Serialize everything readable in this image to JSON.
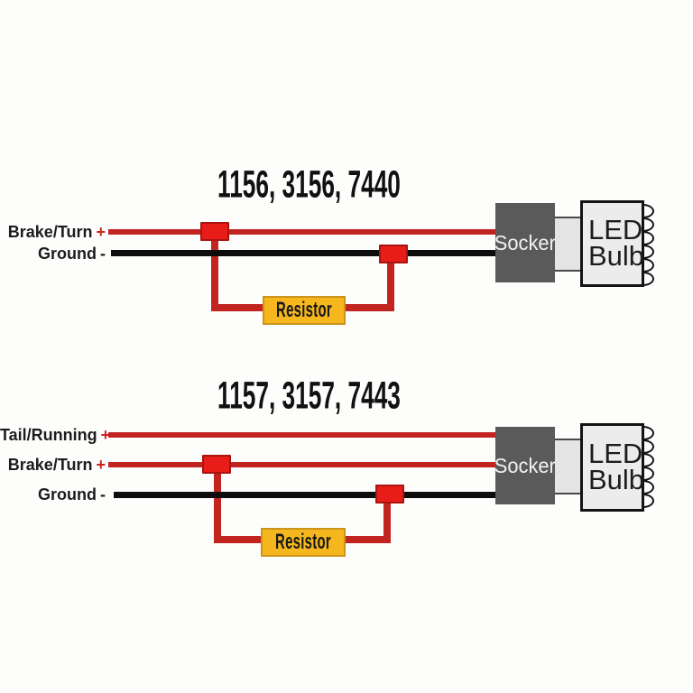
{
  "colors": {
    "background": "#fdfdfc",
    "wire_red": "#c22420",
    "tap_red": "#e81d1a",
    "tap_border": "#a91410",
    "wire_black": "#0d0d0d",
    "resistor_fill": "#f5b71d",
    "resistor_border": "#cb941a",
    "resistor_text": "#181818",
    "socket_fill": "#5a5a5a",
    "socket_text": "#f2f2f2",
    "bulb_fill": "#ececec",
    "bulb_border": "#141414",
    "label_color": "#1c1c1c",
    "plus_red": "#cc2321"
  },
  "diagrams": [
    {
      "title": "1156, 3156, 7440",
      "wires": [
        {
          "label": "Brake/Turn",
          "sign": "+"
        },
        {
          "label": "Ground",
          "sign": "-"
        }
      ],
      "resistor_label": "Resistor",
      "socket_label": "Socker",
      "bulb_label_line1": "LED",
      "bulb_label_line2": "Bulb"
    },
    {
      "title": "1157, 3157, 7443",
      "wires": [
        {
          "label": "Tail/Running",
          "sign": "+"
        },
        {
          "label": "Brake/Turn",
          "sign": "+"
        },
        {
          "label": "Ground",
          "sign": "-"
        }
      ],
      "resistor_label": "Resistor",
      "socket_label": "Socker",
      "bulb_label_line1": "LED",
      "bulb_label_line2": "Bulb"
    }
  ]
}
